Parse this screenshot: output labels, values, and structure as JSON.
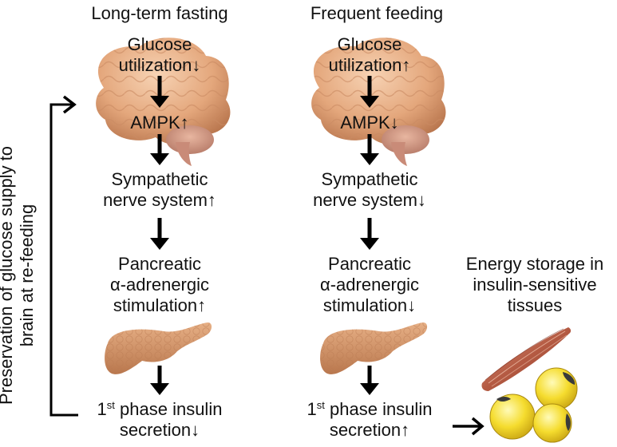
{
  "columns": [
    {
      "title": "Long-term fasting",
      "glucose_line1": "Glucose",
      "glucose_line2": "utilization↓",
      "ampk": "AMPK↑",
      "sympathetic_line1": "Sympathetic",
      "sympathetic_line2": "nerve system↑",
      "pancreatic_line1": "Pancreatic",
      "pancreatic_line2": "α-adrenergic",
      "pancreatic_line3": "stimulation↑",
      "insulin_prefix": "1",
      "insulin_sup": "st",
      "insulin_line1_rest": " phase insulin",
      "insulin_line2": "secretion↓"
    },
    {
      "title": "Frequent feeding",
      "glucose_line1": "Glucose",
      "glucose_line2": "utilization↑",
      "ampk": "AMPK↓",
      "sympathetic_line1": "Sympathetic",
      "sympathetic_line2": "nerve system↓",
      "pancreatic_line1": "Pancreatic",
      "pancreatic_line2": "α-adrenergic",
      "pancreatic_line3": "stimulation↓",
      "insulin_prefix": "1",
      "insulin_sup": "st",
      "insulin_line1_rest": " phase insulin",
      "insulin_line2": "secretion↑"
    }
  ],
  "side_label_line1": "Preservation of glucose supply to",
  "side_label_line2": "brain at re-feeding",
  "energy_line1": "Energy storage in",
  "energy_line2": "insulin-sensitive",
  "energy_line3": "tissues",
  "illustrations": [
    "brain-illustration",
    "pancreas-illustration",
    "muscle-illustration",
    "fat-cell-illustration"
  ],
  "colors": {
    "text": "#111111",
    "arrow": "#000000",
    "brain": "#e0a57a",
    "pancreas": "#c98a5e",
    "muscle": "#b86a4e",
    "fat": "#f2d92a"
  }
}
